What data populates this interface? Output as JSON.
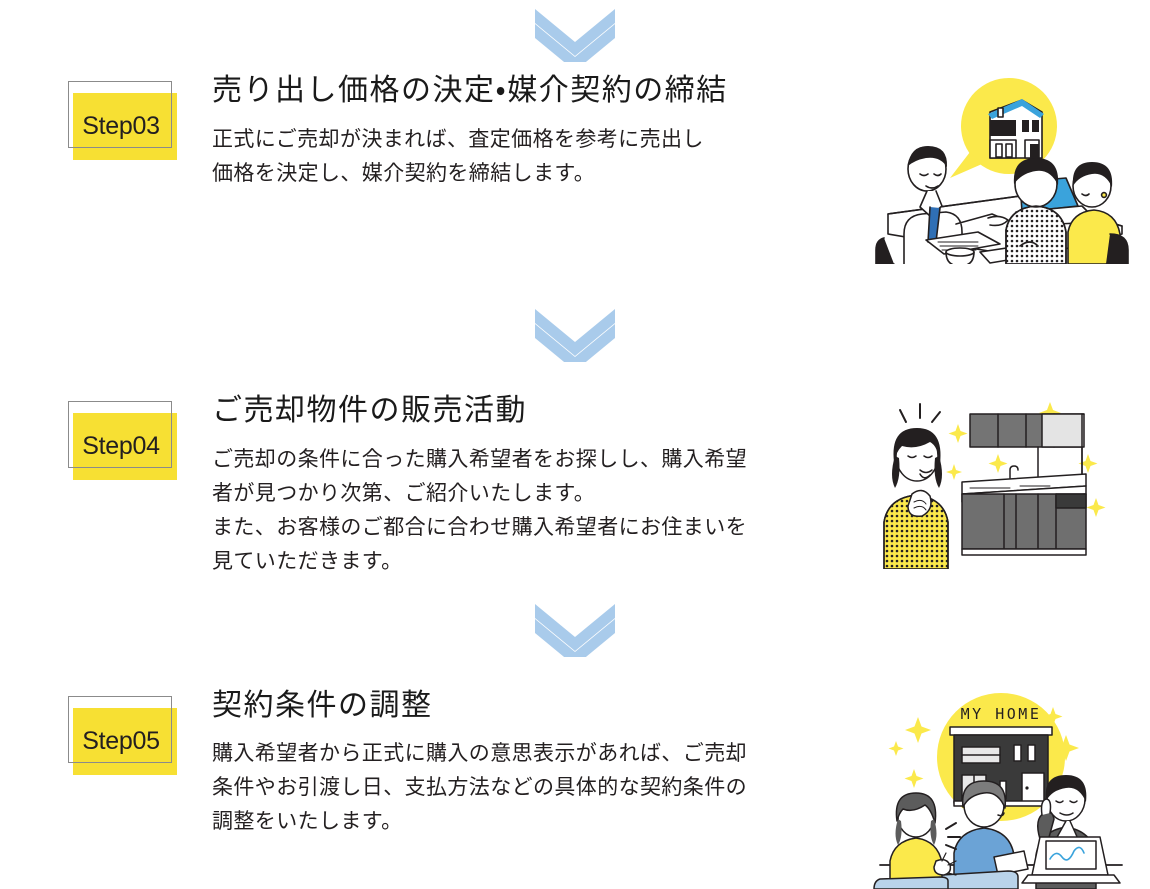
{
  "theme": {
    "accent_yellow": "#f7e033",
    "arrow_blue": "#a9cbeb",
    "text_dark": "#231f20",
    "badge_border": "#8b8b8b",
    "background": "#ffffff"
  },
  "arrows": [
    {
      "name": "double-chevron-down",
      "color": "#a9cbeb"
    },
    {
      "name": "double-chevron-down",
      "color": "#a9cbeb"
    },
    {
      "name": "double-chevron-down",
      "color": "#a9cbeb"
    }
  ],
  "steps": [
    {
      "id": "step-03",
      "badge": "Step03",
      "title": "売り出し価格の決定・媒介契約の締結",
      "body_lines": [
        "正式にご売却が決まれば、査定価格を参考に売出し",
        "価格を決定し、媒介契約を締結します。"
      ],
      "illustration": {
        "name": "consultation-meeting-illustration",
        "alt": "打ち合わせをする担当者とご夫婦、吹き出しの中に家",
        "bubble_content": "house"
      }
    },
    {
      "id": "step-04",
      "badge": "Step04",
      "title": "ご売却物件の販売活動",
      "body_lines": [
        "ご売却の条件に合った購入希望者をお探しし、購入希望",
        "者が見つかり次第、ご紹介いたします。",
        "また、お客様のご都合に合わせ購入希望者にお住まいを",
        "見ていただきます。"
      ],
      "illustration": {
        "name": "woman-viewing-kitchen-illustration",
        "alt": "キッチンを見て喜ぶ女性",
        "bubble_content": "kitchen"
      }
    },
    {
      "id": "step-05",
      "badge": "Step05",
      "title": "契約条件の調整",
      "body_lines": [
        "購入希望者から正式に購入の意思表示があれば、ご売却",
        "条件やお引渡し日、支払方法などの具体的な契約条件の",
        "調整をいたします。"
      ],
      "illustration": {
        "name": "contract-negotiation-illustration",
        "alt": "担当者と打ち合わせをするご夫婦、背景にマイホーム",
        "bubble_content": "my-home-house",
        "house_sign": "MY HOME"
      }
    }
  ]
}
